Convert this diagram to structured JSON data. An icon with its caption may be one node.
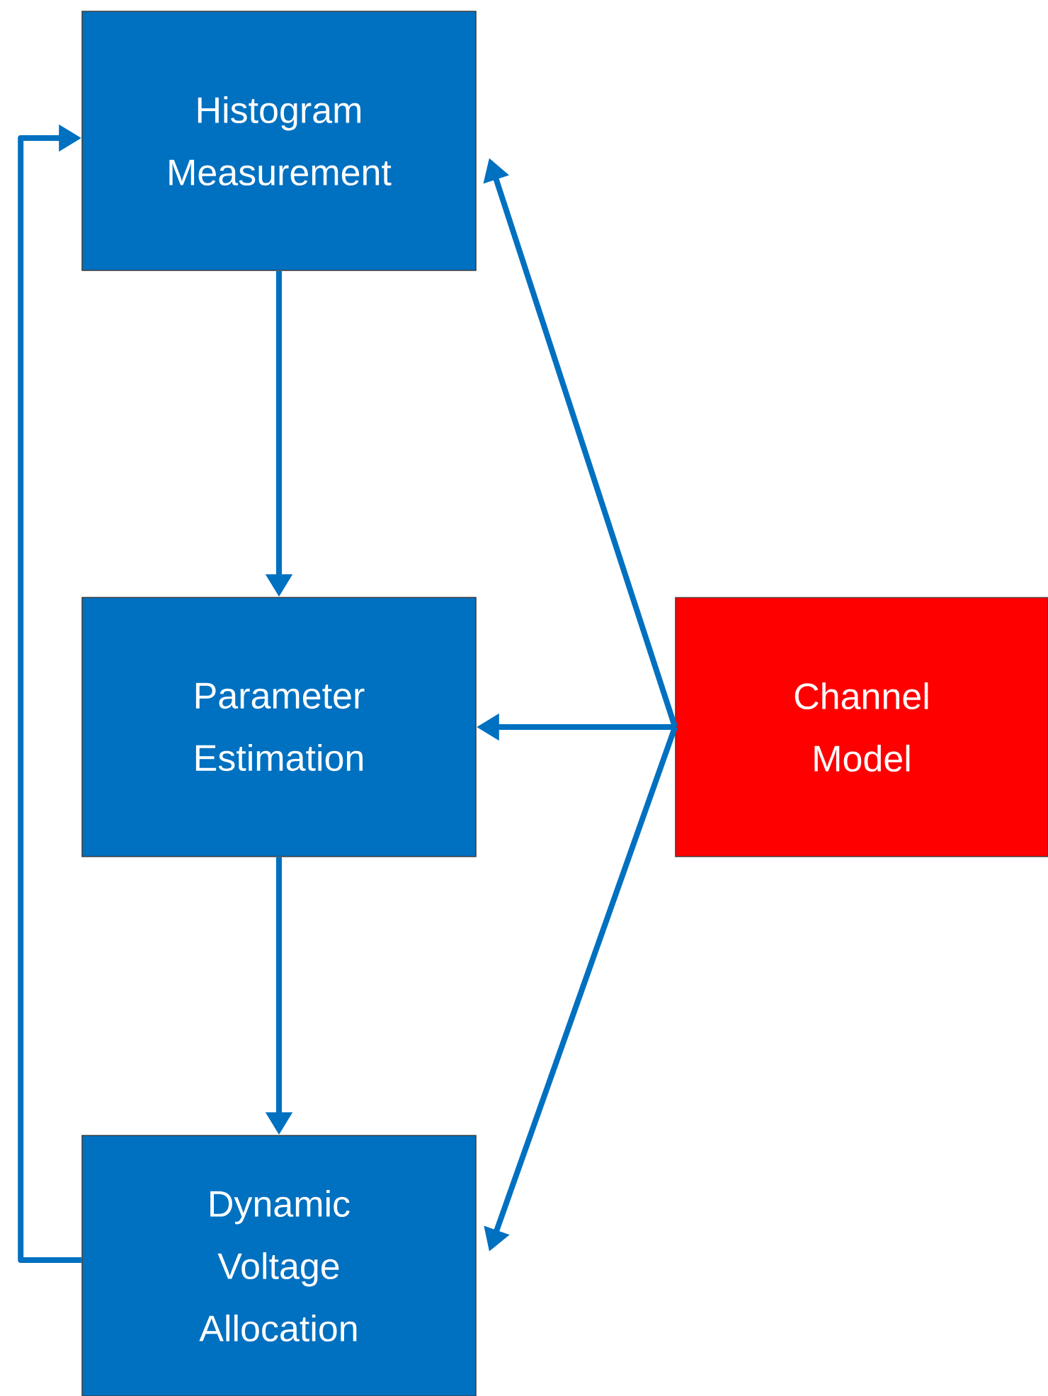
{
  "diagram": {
    "nodes": [
      {
        "text": [
          "Histogram Measurement"
        ]
      },
      {
        "text": [
          "Parameter Estimation"
        ]
      },
      {
        "text": [
          "Dynamic Voltage Allocation"
        ]
      },
      {
        "text": [
          "Channel Model"
        ]
      }
    ],
    "edges": [
      {
        "from": 0,
        "to": 1,
        "arrow": "to"
      },
      {
        "from": 1,
        "to": 2,
        "arrow": "to"
      },
      {
        "from": 3,
        "to": 1,
        "arrow": "to"
      },
      {
        "from": 3,
        "to": 0,
        "arrow": "to"
      },
      {
        "from": 3,
        "to": 2,
        "arrow": "to"
      },
      {
        "from": 2,
        "to": 0,
        "arrow": "to"
      }
    ]
  }
}
